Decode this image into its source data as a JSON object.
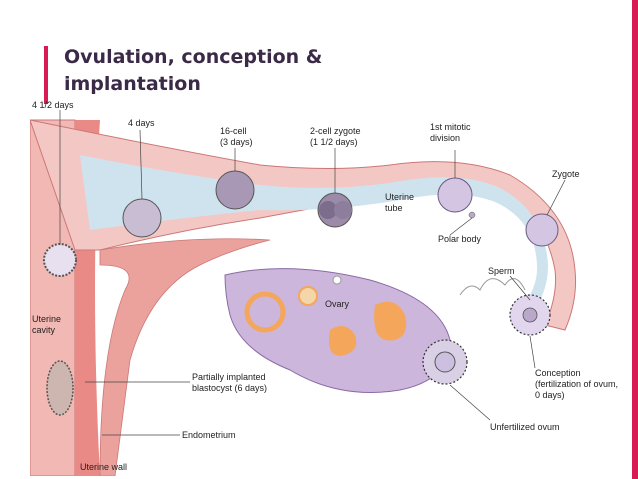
{
  "slide": {
    "title_line1": "Ovulation, conception &",
    "title_line2": "implantation",
    "accent_color": "#d81b55"
  },
  "diagram": {
    "labels": {
      "days_4_5": "4 1/2 days",
      "days_4": "4 days",
      "cell16_a": "16-cell",
      "cell16_b": "(3 days)",
      "zygote2_a": "2-cell zygote",
      "zygote2_b": "(1 1/2 days)",
      "mitotic_a": "1st mitotic",
      "mitotic_b": "division",
      "zygote": "Zygote",
      "uterine_tube_a": "Uterine",
      "uterine_tube_b": "tube",
      "polar_body": "Polar body",
      "sperm": "Sperm",
      "ovary": "Ovary",
      "uterine_cavity_a": "Uterine",
      "uterine_cavity_b": "cavity",
      "blastocyst_a": "Partially implanted",
      "blastocyst_b": "blastocyst (6 days)",
      "conception_a": "Conception",
      "conception_b": "(fertilization of ovum,",
      "conception_c": "0 days)",
      "endometrium": "Endometrium",
      "unfertilized": "Unfertilized ovum",
      "uterine_wall": "Uterine wall"
    },
    "colors": {
      "uterine_wall": "#f2b8b3",
      "endometrium": "#e98a86",
      "tube_lumen": "#cfe3ee",
      "ovary": "#cdb6dc",
      "follicle": "#f4a65a",
      "cell": "#b9a8c9"
    }
  }
}
